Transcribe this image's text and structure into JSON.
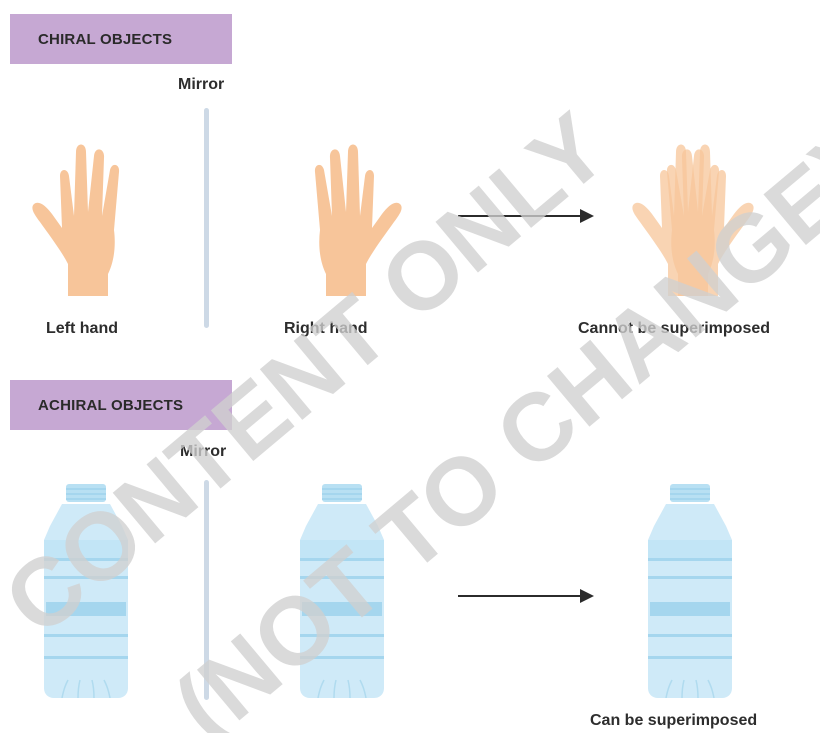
{
  "chiral": {
    "badge": "CHIRAL OBJECTS",
    "mirror_label": "Mirror",
    "left_label": "Left hand",
    "right_label": "Right hand",
    "result_label": "Cannot be superimposed"
  },
  "achiral": {
    "badge": "ACHIRAL OBJECTS",
    "mirror_label": "Mirror",
    "result_label": "Can be superimposed"
  },
  "watermark": {
    "line1": "CONTENT ONLY",
    "line2": "(NOT TO CHANGE)"
  },
  "colors": {
    "badge_bg": "#c6a8d3",
    "skin": "#f7c59a",
    "bottle_light": "#d4ecf8",
    "bottle_mid": "#b8e0f3",
    "bottle_band": "#a5d6ee",
    "mirror": "#cdd9e6",
    "arrow": "#2b2b2b"
  }
}
